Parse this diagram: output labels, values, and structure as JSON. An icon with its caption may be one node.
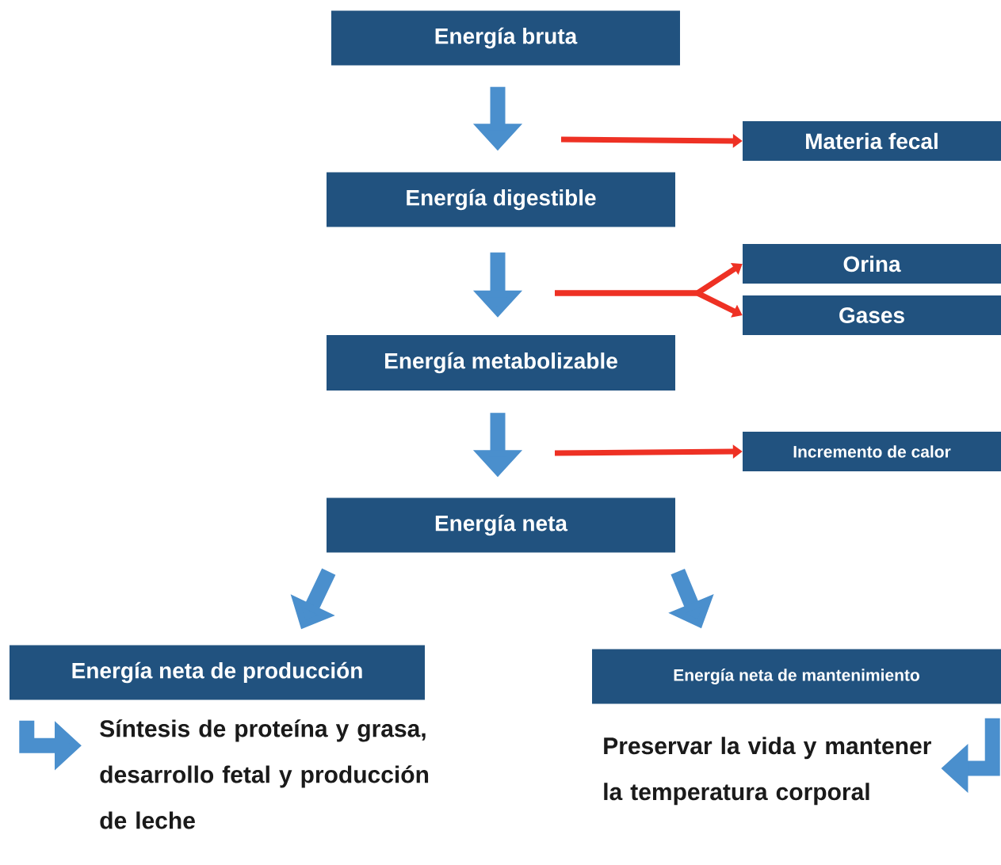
{
  "diagram": {
    "nodes": [
      {
        "text": [
          "Energía bruta"
        ]
      },
      {
        "text": [
          "Materia fecal"
        ]
      },
      {
        "text": [
          "Energía digestible"
        ]
      },
      {
        "text": [
          "Orina"
        ]
      },
      {
        "text": [
          "Gases"
        ]
      },
      {
        "text": [
          "Energía metabolizable"
        ]
      },
      {
        "text": [
          "Incremento de calor"
        ]
      },
      {
        "text": [
          "Energía neta"
        ]
      },
      {
        "text": [
          "Energía neta de producción"
        ]
      },
      {
        "text": [
          "Energía neta de mantenimiento"
        ]
      },
      {
        "text": [
          "Síntesis de proteína y grasa, desarrollo fetal y producción de leche"
        ]
      },
      {
        "text": [
          "Preservar la vida y mantener la temperatura corporal"
        ]
      }
    ],
    "edges": [
      {
        "from": 0,
        "to": 2,
        "arrow": "to"
      },
      {
        "from": null,
        "to": 1,
        "arrow": "to",
        "color": "#ee3124"
      },
      {
        "from": 2,
        "to": 5,
        "arrow": "to"
      },
      {
        "from": null,
        "to": 3,
        "arrow": "to",
        "color": "#ee3124"
      },
      {
        "from": null,
        "to": 4,
        "arrow": "to",
        "color": "#ee3124"
      },
      {
        "from": 5,
        "to": 7,
        "arrow": "to"
      },
      {
        "from": null,
        "to": 6,
        "arrow": "to",
        "color": "#ee3124"
      },
      {
        "from": 7,
        "to": 8,
        "arrow": "to"
      },
      {
        "from": 7,
        "to": 9,
        "arrow": "to"
      },
      {
        "from": 8,
        "to": 10,
        "arrow": "to"
      },
      {
        "from": 9,
        "to": 11,
        "arrow": "to"
      }
    ]
  }
}
